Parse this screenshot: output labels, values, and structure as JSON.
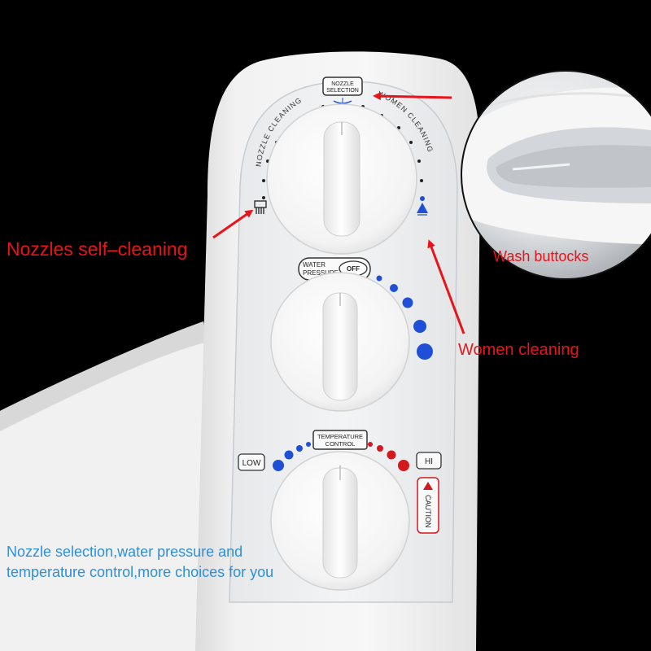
{
  "panel": {
    "nozzle_selection": [
      "NOZZLE",
      "SELECTION"
    ],
    "nozzle_cleaning": "NOZZLE CLEANING",
    "women_cleaning": "WOMEN CLEANING",
    "water_pressure": [
      "WATER",
      "PRESSURE"
    ],
    "off": "OFF",
    "temperature_control": [
      "TEMPERATURE",
      "CONTROL"
    ],
    "low": "LOW",
    "hi": "HI",
    "caution": "CAUTION"
  },
  "callouts": {
    "self_cleaning": "Nozzles self–cleaning",
    "women_cleaning": "Women cleaning",
    "wash_buttocks": "Wash buttocks",
    "description": [
      "Nozzle selection,water pressure and",
      "temperature control,more choices for you"
    ]
  },
  "colors": {
    "background": "#000000",
    "body": "#f4f4f4",
    "annotation_red": "#e8141b",
    "annotation_blue": "#2f8fd8",
    "dot_blue": "#1f4fd6",
    "dot_red": "#d41820"
  },
  "icons": {
    "nozzle_cleaning": "nozzle-brush-icon",
    "women_cleaning": "woman-spray-icon",
    "nozzle_selection": "spray-icon",
    "caution": "warning-triangle-icon"
  }
}
